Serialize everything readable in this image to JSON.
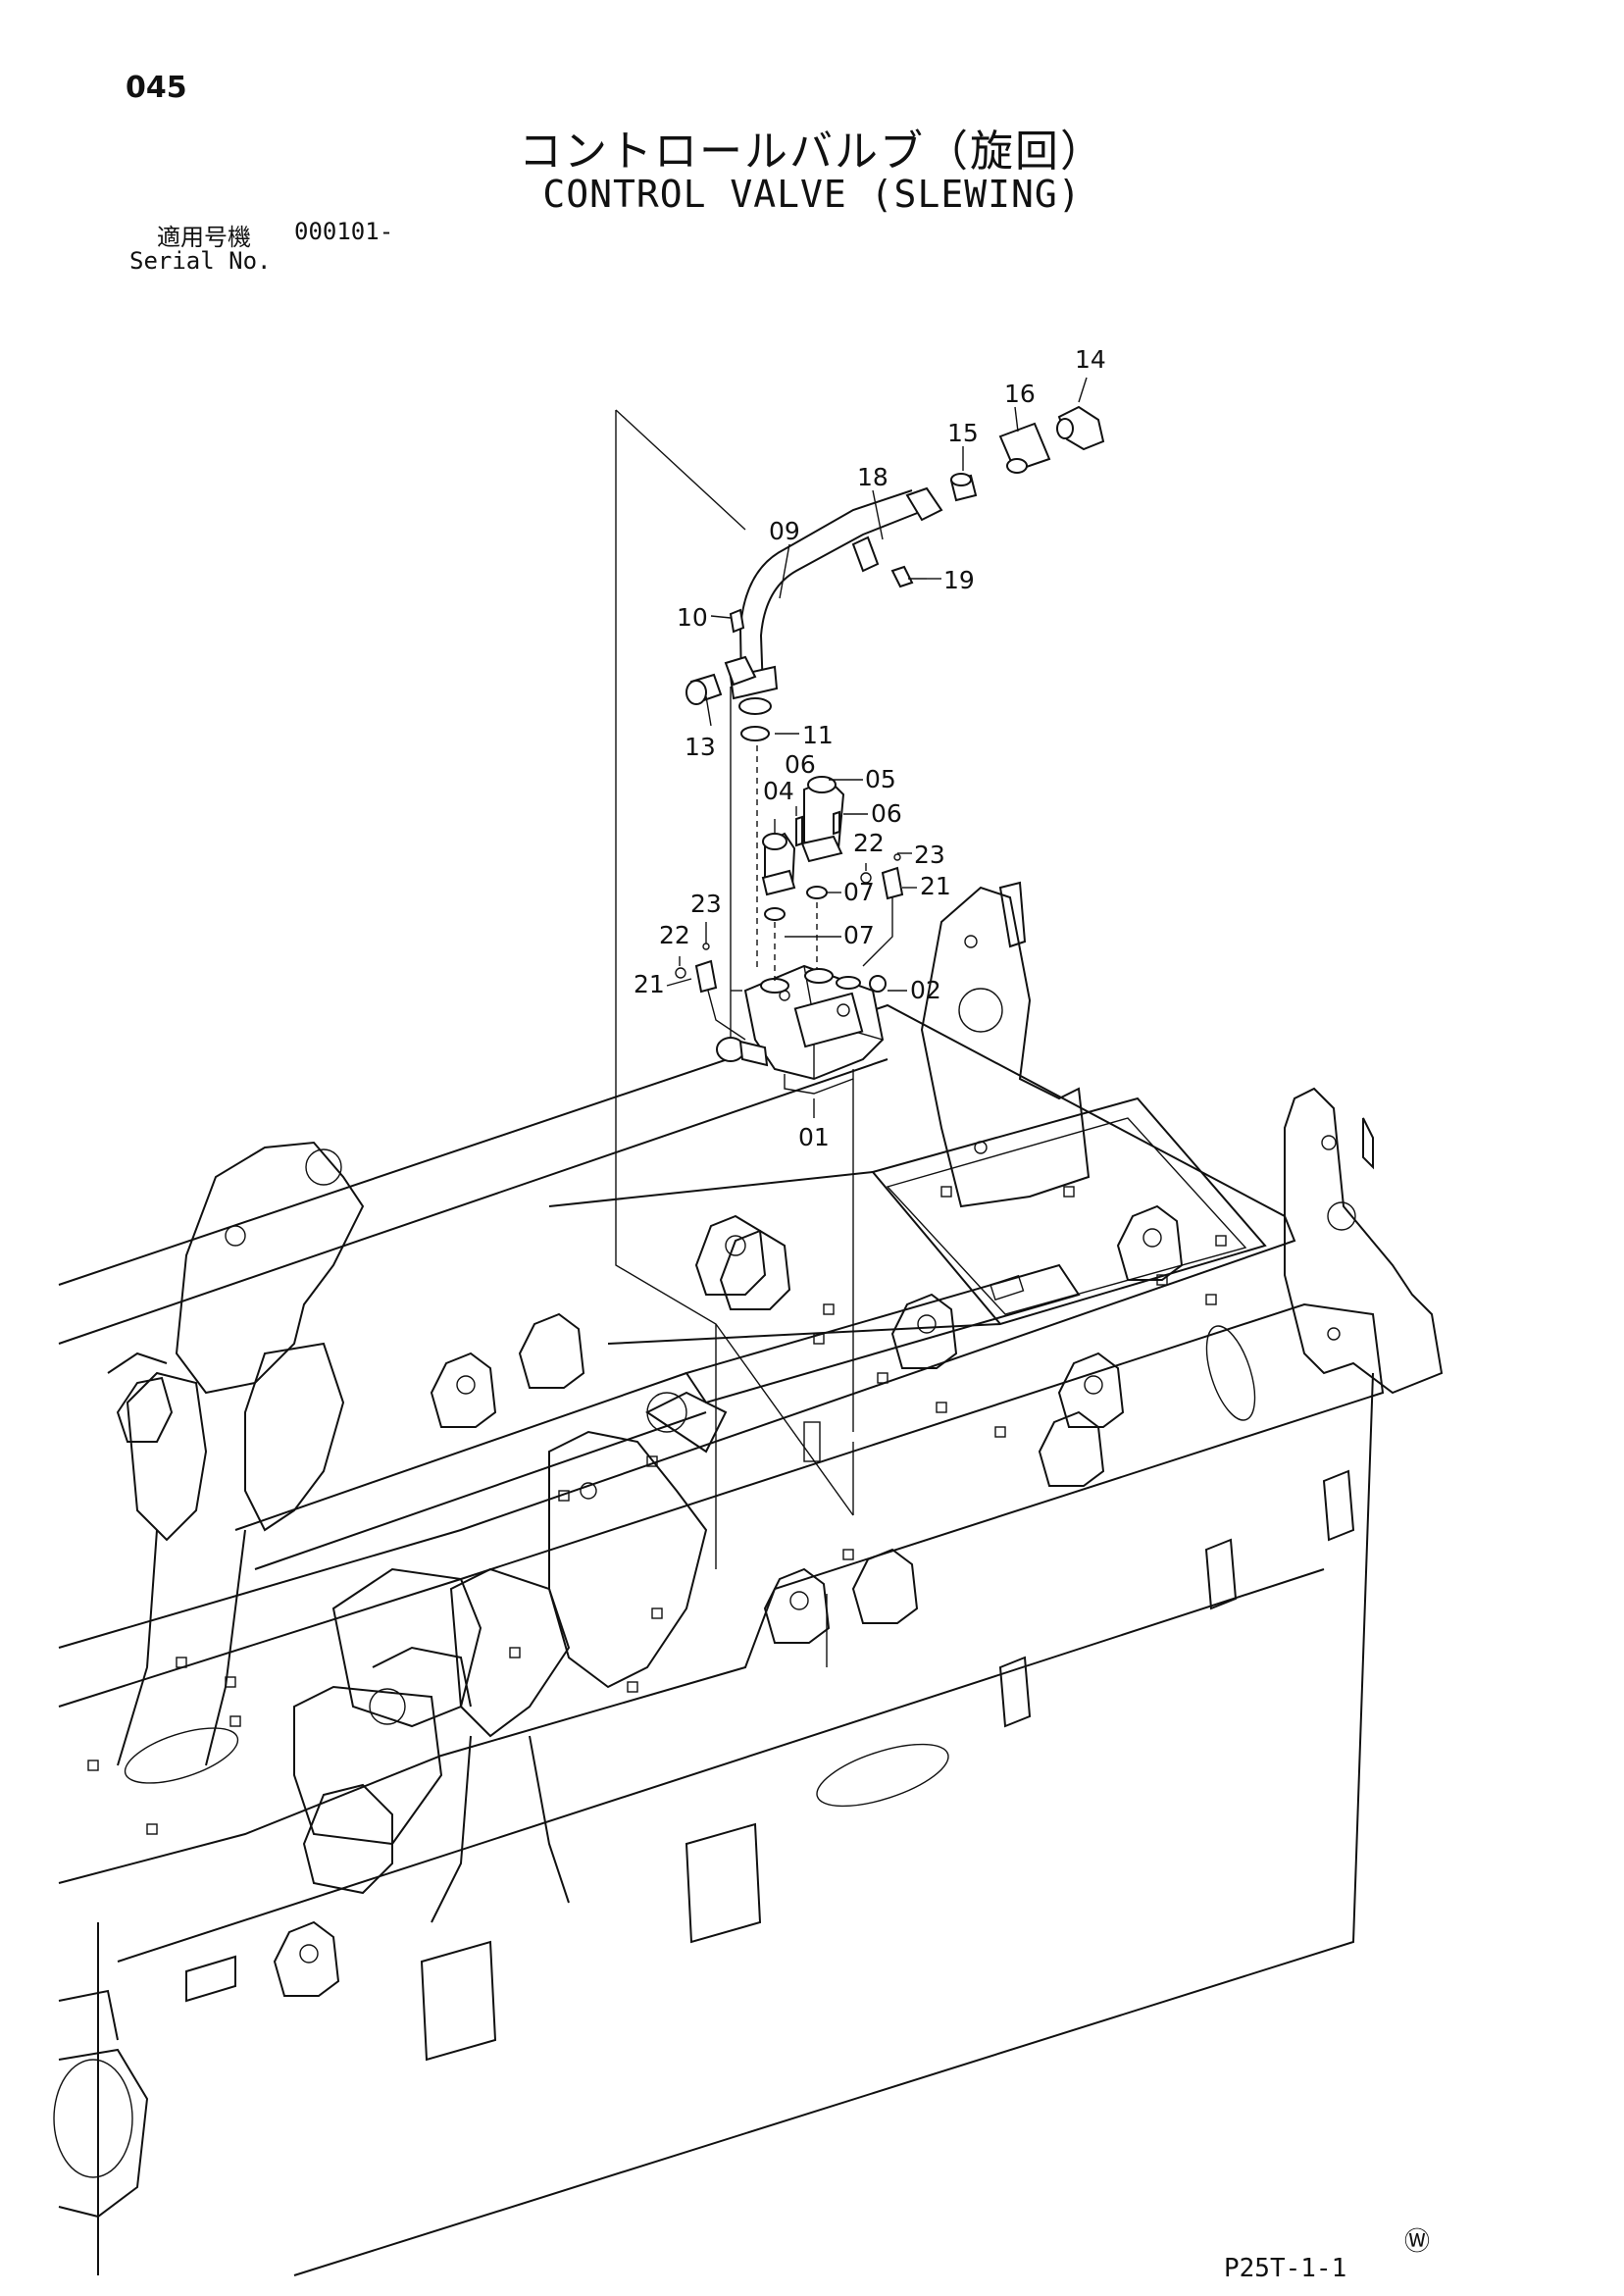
{
  "header": {
    "page_number": "045",
    "title_jp": "コントロールバルブ（旋回）",
    "title_en": "CONTROL VALVE (SLEWING)",
    "serial_label_jp": "適用号機",
    "serial_label_en": "Serial No.",
    "serial_value": "000101-"
  },
  "callouts": {
    "c14": "14",
    "c16": "16",
    "c15": "15",
    "c18": "18",
    "c09": "09",
    "c19": "19",
    "c10": "10",
    "c13": "13",
    "c11": "11",
    "c06a": "06",
    "c05": "05",
    "c04": "04",
    "c06b": "06",
    "c22a": "22",
    "c23a": "23",
    "c21a": "21",
    "c07a": "07",
    "c23b": "23",
    "c07b": "07",
    "c22b": "22",
    "c21b": "21",
    "c02": "02",
    "c01": "01"
  },
  "footer": {
    "mark": "Ⓦ",
    "figure_code": "P25T-1-1"
  }
}
